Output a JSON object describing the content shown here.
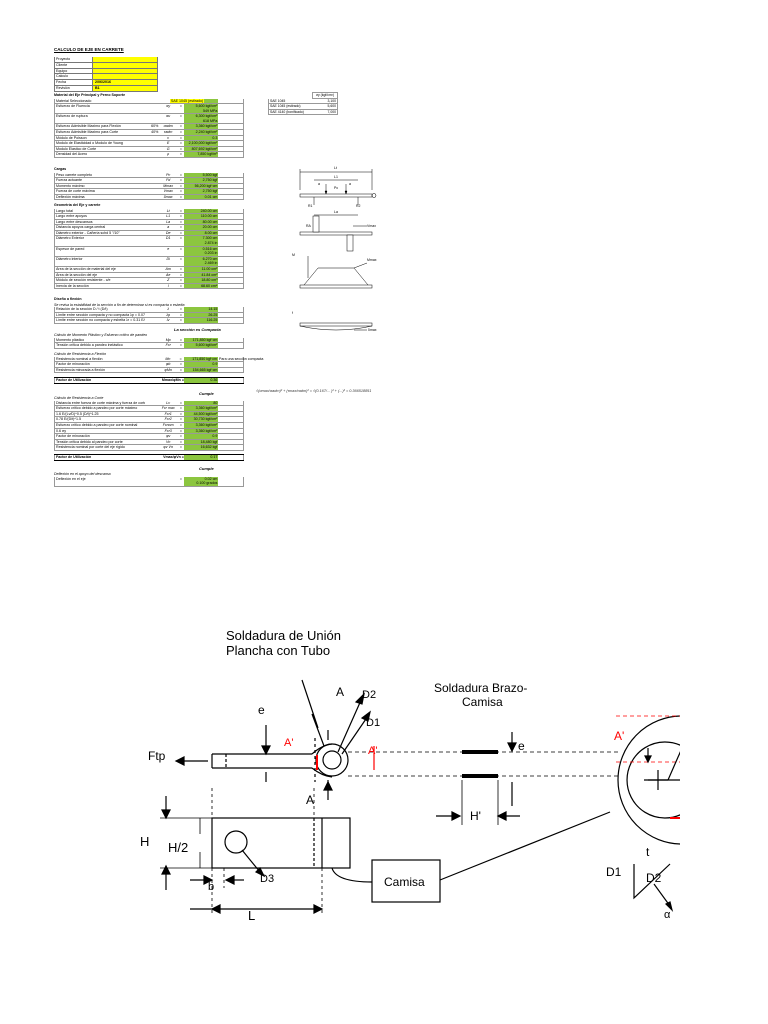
{
  "title": "CALCULO DE EJE EN CARRETE",
  "project": [
    {
      "label": "Proyecto",
      "value": ""
    },
    {
      "label": "Cliente",
      "value": ""
    },
    {
      "label": "Equipo",
      "value": ""
    },
    {
      "label": "Calculo",
      "value": ""
    },
    {
      "label": "Fecha",
      "value": "2/06/2016"
    },
    {
      "label": "Revisión",
      "value": "B1"
    }
  ],
  "material": {
    "header": "Material del Eje Principal y Perno Soporte",
    "name": "SAE 1045 (estirado)",
    "rows": [
      {
        "l": "Material Seleccionado",
        "s": "",
        "v": "",
        "u": ""
      },
      {
        "l": "Esfuerzo de Fluencia",
        "s": "σy",
        "v": "5,600 kgf/cm²",
        "v2": "549 MPa",
        "u": "",
        "tall": true
      },
      {
        "l": "Esfuerzo de ruptura",
        "s": "σu",
        "v": "6,300 kgf/cm²",
        "v2": "618 MPa",
        "u": "",
        "tall": true
      },
      {
        "l": "Esfuerzo Admisible Maximo para Flexión",
        "pct": "60%",
        "s": "σadm",
        "v": "3,360 kgf/cm²",
        "u": ""
      },
      {
        "l": "Esfuerzo Admisible Maximo para Corte",
        "pct": "40%",
        "s": "τadm",
        "v": "2,240 kgf/cm²",
        "u": ""
      },
      {
        "l": "Módulo de Poisson",
        "s": "ν",
        "v": "0.3",
        "u": ""
      },
      {
        "l": "Modulo de Elasticidad o Modulo de Young",
        "s": "E",
        "v": "2,100,000 kgf/cm²",
        "u": ""
      },
      {
        "l": "Modulo Elastico de Corte",
        "s": "G",
        "v": "807,692 kgf/cm²",
        "u": ""
      },
      {
        "l": "Densidad del Acero",
        "s": "ρ",
        "v": "7,850 kgf/m³",
        "u": ""
      }
    ]
  },
  "side_table": {
    "header": "σy (kgf/cm²)",
    "rows": [
      {
        "a": "SAE 1045",
        "b": "3,100"
      },
      {
        "a": "SAE 1045 (estirado)",
        "b": "5,600"
      },
      {
        "a": "SAE 4140 (bonificado)",
        "b": "7,000"
      }
    ]
  },
  "cargas": {
    "header": "Cargas",
    "rows": [
      {
        "l": "Peso carrete completo",
        "s": "Pc",
        "v": "5,500 kgf"
      },
      {
        "l": "Fuerza actuante",
        "s": "Fd",
        "v": "2,750 kgf"
      },
      {
        "l": "Momento máximo",
        "s": "Mmax",
        "v": "56,200 kgf·cm"
      },
      {
        "l": "Fuerza de corte máxima",
        "s": "Vmax",
        "v": "2,750 kgf"
      },
      {
        "l": "Deflexión máxima",
        "s": "δmax",
        "v": "0.01 cm"
      }
    ]
  },
  "geometria": {
    "header": "Geometría del Eje y carrete",
    "rows": [
      {
        "l": "Largo total",
        "s": "Lt",
        "v": "240.00 cm"
      },
      {
        "l": "Largo entre apoyos",
        "s": "L1",
        "v": "110.00 cm"
      },
      {
        "l": "Largo entre descansos",
        "s": "La",
        "v": "80.00 cm"
      },
      {
        "l": "Distancia apoyos carga central",
        "s": "a",
        "v": "20.00 cm"
      },
      {
        "l": "Diámetro exterior - Cañería schd 5 \"/10\"",
        "s": "De",
        "v": "8.00 cm"
      },
      {
        "l": "Diámetro Exterior",
        "s": "D1",
        "v": "7.300 cm",
        "v2": "2.874 in",
        "tall": true
      },
      {
        "l": "Espesor de pared",
        "s": "e",
        "v": "0.516 cm",
        "v2": "0.203 in",
        "tall": true
      },
      {
        "l": "Diámetro interior",
        "s": "Di",
        "v": "6.270 cm",
        "v2": "2.469 in",
        "tall": true
      },
      {
        "l": "Área de la sección de material del eje",
        "s": "Am",
        "v": "11.00 cm²"
      },
      {
        "l": "Área de la sección del eje",
        "s": "Ae",
        "v": "41.84 cm²"
      },
      {
        "l": "Módulo de sección resistente - c/e",
        "s": "Z",
        "v": "18.80 cm³"
      },
      {
        "l": "Inercia de la sección",
        "s": "I",
        "v": "68.60 cm⁴"
      }
    ]
  },
  "diseno": {
    "header": "Diseño a flexión",
    "note": "Se revisa la estabilidad de la sección a fin de determinar si es compacta o esbelta",
    "rows": [
      {
        "l": "Relación de la sección D / t (D/t)",
        "s": "λ",
        "v": "14.15"
      },
      {
        "l": "Límite entre sección compacta y no compacta  λp = 0.07 E/σy",
        "s": "λp",
        "v": "26.25"
      },
      {
        "l": "Límite entre sección no compacta y esbelta  λr = 0.31 E/σy",
        "s": "λr",
        "v": "116.25"
      }
    ],
    "verdict": "La sección es Compacta"
  },
  "momento": {
    "note": "Cálculo de Momento Plástico y Esfuerzo crítico de pandeo",
    "rows": [
      {
        "l": "Momento plástico",
        "s": "Mp",
        "v": "171,850 kgf·cm"
      },
      {
        "l": "Tensión crítica debido a pandeo inelástico",
        "s": "Fcr",
        "v": "5,600 kgf/cm²"
      }
    ]
  },
  "resistencia_flex": {
    "note": "Cálculo de Resistencia a Flexión",
    "rows": [
      {
        "l": "Resistencia nominal a flexión",
        "s": "Mn",
        "v": "171,850 kgf·cm",
        "u": "Para una sección compacta"
      },
      {
        "l": "Factor de minoración",
        "s": "φb",
        "v": "0.9"
      },
      {
        "l": "Resistencia minorada a flexión",
        "s": "φMn",
        "v": "154,665 kgf·cm"
      }
    ],
    "factor_label": "Factor de Utilización",
    "factor_sym": "Mmax/φMn  =",
    "factor_value": "0.36",
    "verdict": "Cumple"
  },
  "formula": "√(σmax/σadm)² + (τmax/τadm)²  =  √(0.167/... )² + (...)²  =  0.366518851",
  "corte": {
    "note": "Cálculo de Resistencia a Corte",
    "rows": [
      {
        "l": "Distancia entre fuerza de corte máxima y fuerza de corte nula",
        "s": "Lv",
        "v": "80"
      },
      {
        "l": "Esfuerzo crítico debido a pandeo por corte máximo",
        "s": "Fcr max",
        "v": "3,360 kgf/cm²"
      },
      {
        "l": "1.6 E/(Lv/D)^0.5 (D/t)^1.25",
        "s": "Fcr1",
        "v": "44,500 kgf/cm²"
      },
      {
        "l": "0.78 E/(D/t)^1.5",
        "s": "Fcr2",
        "v": "30,730 kgf/cm²"
      },
      {
        "l": "Esfuerzo crítico debido a pandeo por corte nominal",
        "s": "Fcnom",
        "v": "3,360 kgf/cm²"
      },
      {
        "l": "0.6 σy",
        "s": "Fcr3",
        "v": "3,360 kgf/cm²"
      },
      {
        "l": "Factor de minoración",
        "s": "φv",
        "v": "0.9"
      },
      {
        "l": "Tensión crítica debido al pandeo por corte",
        "s": "Vn",
        "v": "18,480 kgf"
      },
      {
        "l": "Resistencia nominal por corte del eje rígido",
        "s": "φv Vn",
        "v": "16,632 kgf"
      }
    ],
    "factor_label": "Factor de Utilización",
    "factor_sym": "Vmax/φVn  =",
    "factor_value": "0.17",
    "verdict": "Cumple"
  },
  "deflexion": {
    "note": "Deflexión en el apoyo del descanso",
    "rows": [
      {
        "l": "Deflexión en el eje",
        "s": "",
        "v": "0.02 cm",
        "v2": "0.100 grados",
        "tall": true
      }
    ]
  },
  "diagram_top": {
    "labels": {
      "lt": "Lt",
      "l1": "L1",
      "a1": "a",
      "a2": "a",
      "pc": "Pc",
      "r1": "R1",
      "r2": "R2",
      "la": "La",
      "ra": "RA",
      "vmax": "Vmax",
      "m": "M",
      "mmax": "Mmax",
      "f": "f",
      "dmax": "δmax"
    }
  },
  "drawing": {
    "title_line1": "Soldadura de Unión",
    "title_line2": "Plancha con Tubo",
    "title2_line1": "Soldadura Brazo-",
    "title2_line2": "Camisa",
    "labels": {
      "e_left": "e",
      "a_top": "A",
      "d2": "D2",
      "d1": "D1",
      "a_prime_left": "A'",
      "a_prime_right": "A'",
      "ftp": "Ftp",
      "a_bottom": "A",
      "e_right": "e",
      "h_prime": "H'",
      "a_prime_circle": "A'",
      "h": "H",
      "h_half": "H/2",
      "b": "b",
      "d3": "D3",
      "l": "L",
      "camisa": "Camisa",
      "t": "t",
      "d1_bottom": "D1",
      "d2_bottom": "D2",
      "alpha": "α"
    }
  }
}
